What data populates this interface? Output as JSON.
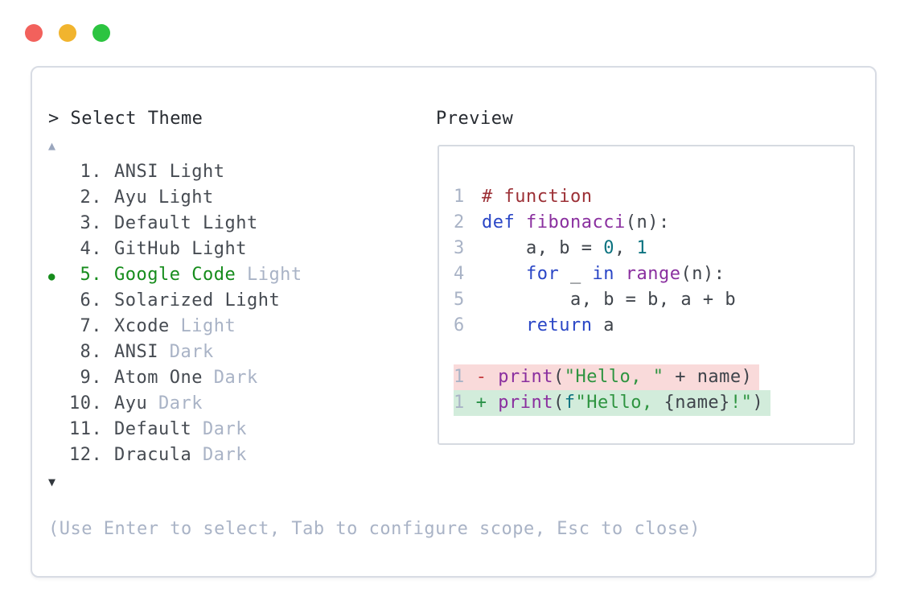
{
  "window": {
    "traffic_lights": [
      {
        "name": "close",
        "color": "#f2615c"
      },
      {
        "name": "minimize",
        "color": "#f1b42e"
      },
      {
        "name": "maximize",
        "color": "#2cc440"
      }
    ]
  },
  "colors": {
    "accent_green": "#168c1c",
    "muted_gray": "#a9b3c6",
    "panel_border": "#d8dce4",
    "preview_border": "#d6dae1",
    "diff_removed_bg": "#f9dada",
    "diff_added_bg": "#d2ecdb",
    "keyword_blue": "#2a46c6",
    "function_purple": "#8a2f9f",
    "comment_red": "#9c3036",
    "number_teal": "#0c7380",
    "string_green": "#2e9440"
  },
  "theme_picker": {
    "prompt": "> Select Theme",
    "scroll_up": "▲",
    "scroll_down": "▼",
    "selected_bullet": "●",
    "items": [
      {
        "number": "1.",
        "name": "ANSI",
        "variant": "Light",
        "accent": false,
        "variant_muted": false,
        "selected": false
      },
      {
        "number": "2.",
        "name": "Ayu",
        "variant": "Light",
        "accent": false,
        "variant_muted": false,
        "selected": false
      },
      {
        "number": "3.",
        "name": "Default",
        "variant": "Light",
        "accent": false,
        "variant_muted": false,
        "selected": false
      },
      {
        "number": "4.",
        "name": "GitHub",
        "variant": "Light",
        "accent": false,
        "variant_muted": false,
        "selected": false
      },
      {
        "number": "5.",
        "name": "Google Code",
        "variant": "Light",
        "accent": true,
        "variant_muted": true,
        "selected": true
      },
      {
        "number": "6.",
        "name": "Solarized",
        "variant": "Light",
        "accent": false,
        "variant_muted": false,
        "selected": false
      },
      {
        "number": "7.",
        "name": "Xcode",
        "variant": "Light",
        "accent": false,
        "variant_muted": true,
        "selected": false
      },
      {
        "number": "8.",
        "name": "ANSI",
        "variant": "Dark",
        "accent": false,
        "variant_muted": true,
        "selected": false
      },
      {
        "number": "9.",
        "name": "Atom One",
        "variant": "Dark",
        "accent": false,
        "variant_muted": true,
        "selected": false
      },
      {
        "number": "10.",
        "name": "Ayu",
        "variant": "Dark",
        "accent": false,
        "variant_muted": true,
        "selected": false
      },
      {
        "number": "11.",
        "name": "Default",
        "variant": "Dark",
        "accent": false,
        "variant_muted": true,
        "selected": false
      },
      {
        "number": "12.",
        "name": "Dracula",
        "variant": "Dark",
        "accent": false,
        "variant_muted": true,
        "selected": false
      }
    ],
    "help_text": "(Use Enter to select, Tab to configure scope, Esc to close)"
  },
  "preview": {
    "label": "Preview",
    "code_lines": [
      {
        "number": "1",
        "tokens": [
          {
            "text": "# function",
            "type": "comment"
          }
        ]
      },
      {
        "number": "2",
        "tokens": [
          {
            "text": "def",
            "type": "keyword"
          },
          {
            "text": " ",
            "type": "plain"
          },
          {
            "text": "fibonacci",
            "type": "function"
          },
          {
            "text": "(n):",
            "type": "plain"
          }
        ]
      },
      {
        "number": "3",
        "tokens": [
          {
            "text": "    a, b = ",
            "type": "plain"
          },
          {
            "text": "0",
            "type": "number"
          },
          {
            "text": ", ",
            "type": "plain"
          },
          {
            "text": "1",
            "type": "number"
          }
        ]
      },
      {
        "number": "4",
        "tokens": [
          {
            "text": "    ",
            "type": "plain"
          },
          {
            "text": "for",
            "type": "keyword"
          },
          {
            "text": " _ ",
            "type": "plain"
          },
          {
            "text": "in",
            "type": "keyword"
          },
          {
            "text": " ",
            "type": "plain"
          },
          {
            "text": "range",
            "type": "function"
          },
          {
            "text": "(n):",
            "type": "plain"
          }
        ]
      },
      {
        "number": "5",
        "tokens": [
          {
            "text": "        a, b = b, a + b",
            "type": "plain"
          }
        ]
      },
      {
        "number": "6",
        "tokens": [
          {
            "text": "    ",
            "type": "plain"
          },
          {
            "text": "return",
            "type": "keyword"
          },
          {
            "text": " a",
            "type": "plain"
          }
        ]
      }
    ],
    "diff_lines": [
      {
        "number": "1",
        "sign": " - ",
        "kind": "removed",
        "tokens": [
          {
            "text": "print",
            "type": "function"
          },
          {
            "text": "(",
            "type": "plain"
          },
          {
            "text": "\"Hello, \"",
            "type": "string"
          },
          {
            "text": " + name)",
            "type": "plain"
          }
        ]
      },
      {
        "number": "1",
        "sign": " + ",
        "kind": "added",
        "tokens": [
          {
            "text": "print",
            "type": "function"
          },
          {
            "text": "(",
            "type": "plain"
          },
          {
            "text": "f",
            "type": "fstring"
          },
          {
            "text": "\"Hello, ",
            "type": "string"
          },
          {
            "text": "{name}",
            "type": "plain"
          },
          {
            "text": "!\"",
            "type": "string"
          },
          {
            "text": ")",
            "type": "plain"
          }
        ]
      }
    ]
  }
}
